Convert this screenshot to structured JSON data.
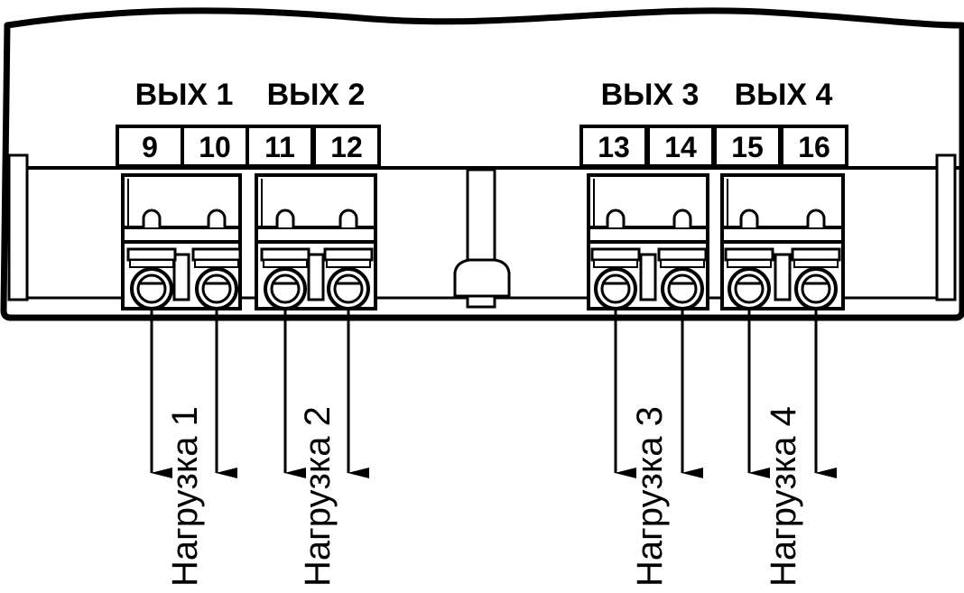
{
  "outputs": [
    {
      "title": "ВЫХ 1",
      "pins": [
        "9",
        "10"
      ],
      "load_label": "Нагрузка 1"
    },
    {
      "title": "ВЫХ 2",
      "pins": [
        "11",
        "12"
      ],
      "load_label": "Нагрузка 2"
    },
    {
      "title": "ВЫХ 3",
      "pins": [
        "13",
        "14"
      ],
      "load_label": "Нагрузка 3"
    },
    {
      "title": "ВЫХ 4",
      "pins": [
        "15",
        "16"
      ],
      "load_label": "Нагрузка 4"
    }
  ]
}
